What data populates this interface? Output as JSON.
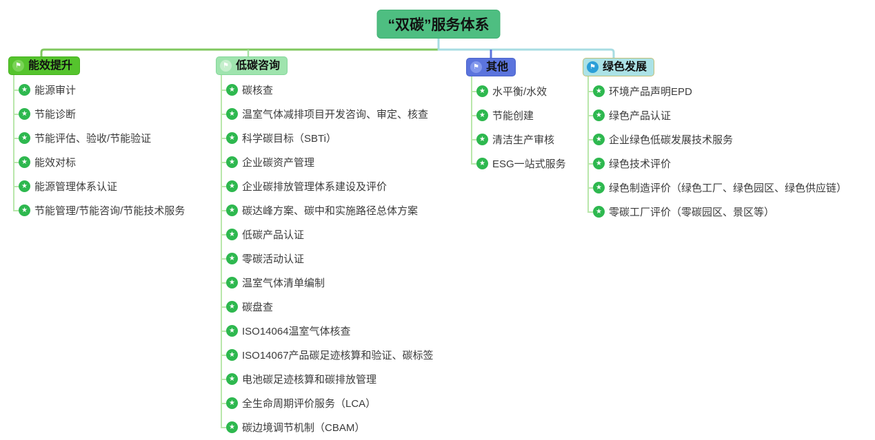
{
  "title": "“双碳”服务体系",
  "branches": [
    {
      "label": "能效提升",
      "color": "#55c42d",
      "items": [
        "能源审计",
        "节能诊断",
        "节能评估、验收/节能验证",
        "能效对标",
        "能源管理体系认证",
        "节能管理/节能咨询/节能技术服务"
      ]
    },
    {
      "label": "低碳咨询",
      "color": "#9fe4ae",
      "items": [
        "碳核查",
        "温室气体减排项目开发咨询、审定、核查",
        "科学碳目标（SBTi）",
        "企业碳资产管理",
        "企业碳排放管理体系建设及评价",
        "碳达峰方案、碳中和实施路径总体方案",
        "低碳产品认证",
        "零碳活动认证",
        "温室气体清单编制",
        "碳盘查",
        "ISO14064温室气体核查",
        "ISO14067产品碳足迹核算和验证、碳标签",
        "电池碳足迹核算和碳排放管理",
        "全生命周期评价服务（LCA）",
        "碳边境调节机制（CBAM）"
      ]
    },
    {
      "label": "其他",
      "color": "#5b74dd",
      "items": [
        "水平衡/水效",
        "节能创建",
        "清洁生产审核",
        "ESG一站式服务"
      ]
    },
    {
      "label": "绿色发展",
      "color": "#abe2e6",
      "items": [
        "环境产品声明EPD",
        "绿色产品认证",
        "企业绿色低碳发展技术服务",
        "绿色技术评价",
        "绿色制造评价（绿色工厂、绿色园区、绿色供应链）",
        "零碳工厂评价（零碳园区、景区等）"
      ]
    }
  ],
  "colors": {
    "root_bg": "#4ebe81",
    "connector_left_green": "#7fc75e",
    "connector_right_cyan": "#a7dce2",
    "connector_other_blue": "#5b74dd",
    "connector_lowcarbon_pale": "#a5e0a0",
    "item_connector": "#b9e7ab",
    "item_icon_bg": "#2eb84f"
  },
  "icons": {
    "branch_icon": "flag-icon",
    "item_icon": "star-icon"
  }
}
